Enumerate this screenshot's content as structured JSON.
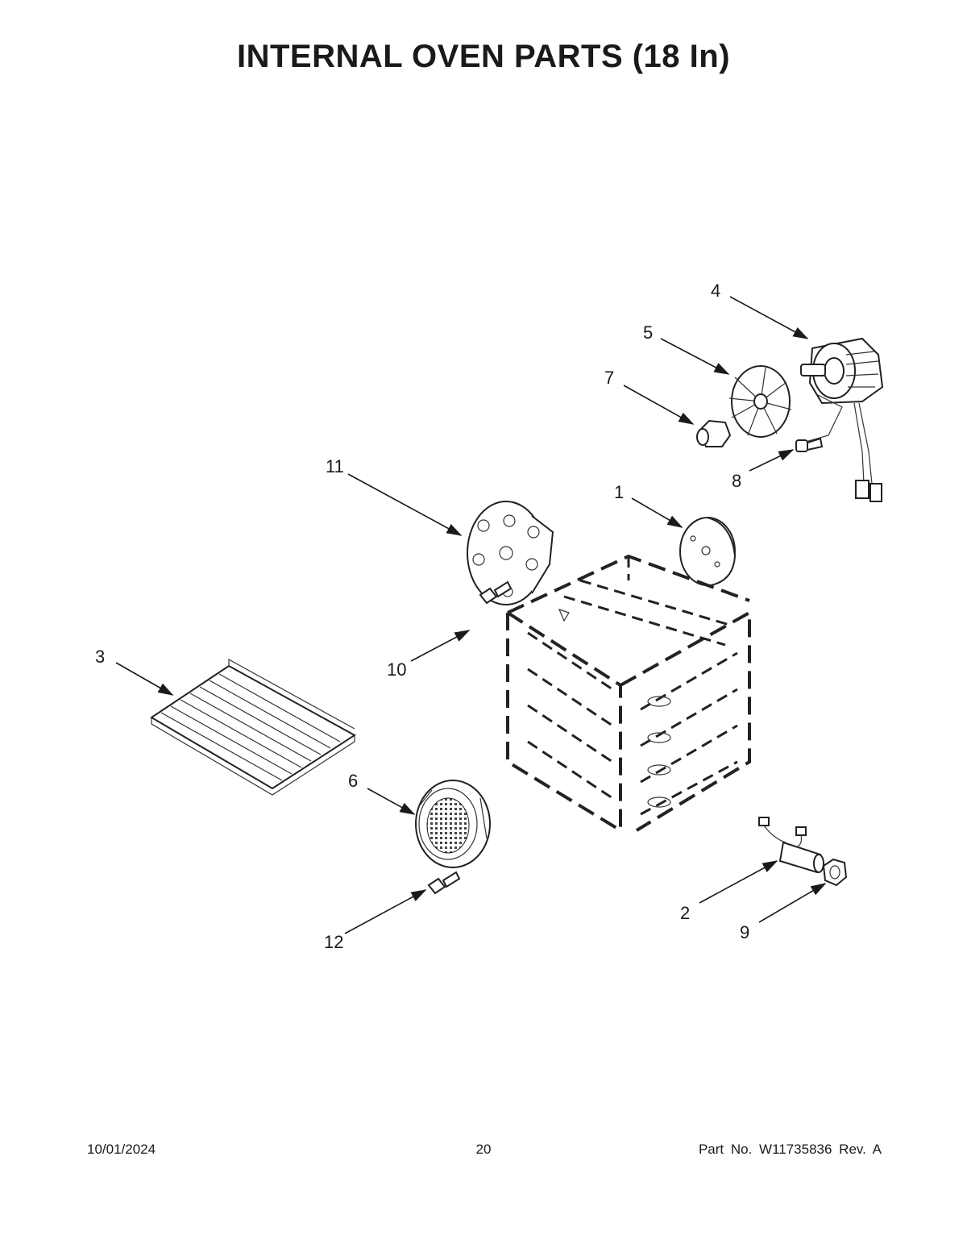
{
  "title": "INTERNAL OVEN PARTS (18 In)",
  "callouts": {
    "c1": "1",
    "c2": "2",
    "c3": "3",
    "c4": "4",
    "c5": "5",
    "c6": "6",
    "c7": "7",
    "c8": "8",
    "c9": "9",
    "c10": "10",
    "c11": "11",
    "c12": "12"
  },
  "footer": {
    "date": "10/01/2024",
    "page": "20",
    "part_no": "Part No.  W11735836  Rev.  A"
  }
}
